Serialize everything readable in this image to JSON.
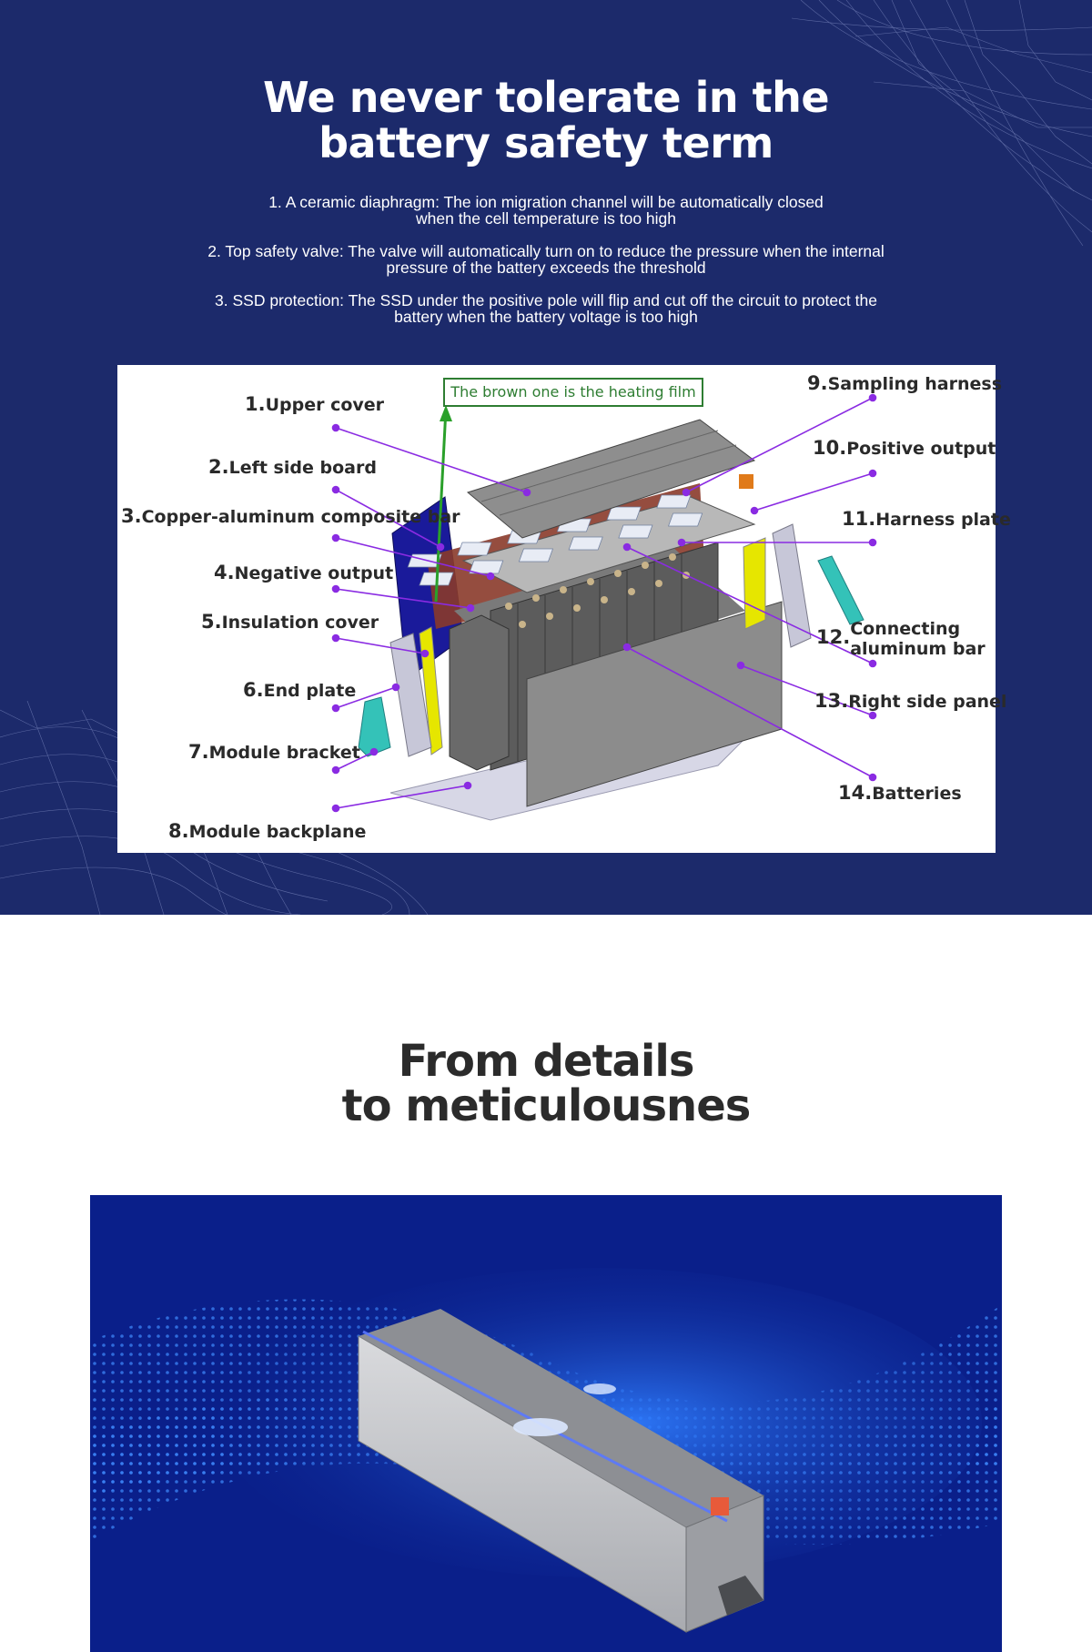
{
  "safety": {
    "title_line1": "We never tolerate in the",
    "title_line2": "battery safety term",
    "points": [
      {
        "line1": "1. A ceramic diaphragm: The ion migration channel will be automatically closed",
        "line2": "when the cell temperature is too high"
      },
      {
        "line1": "2. Top safety valve:  The valve will automatically turn on to reduce the pressure when the internal",
        "line2": "pressure of the battery exceeds the threshold"
      },
      {
        "line1": "3. SSD protection: The SSD under the positive pole will flip and cut off the circuit to protect the",
        "line2": "battery when the battery voltage is too high"
      }
    ]
  },
  "diagram": {
    "heating_note": "The brown one is the heating film",
    "labels": [
      {
        "num": "1.",
        "text": "Upper cover"
      },
      {
        "num": "2.",
        "text": "Left side board"
      },
      {
        "num": "3.",
        "text": "Copper-aluminum composite bar"
      },
      {
        "num": "4.",
        "text": "Negative output"
      },
      {
        "num": "5.",
        "text": "Insulation cover"
      },
      {
        "num": "6.",
        "text": "End plate"
      },
      {
        "num": "7.",
        "text": "Module bracket"
      },
      {
        "num": "8.",
        "text": "Module backplane"
      },
      {
        "num": "9.",
        "text": "Sampling harness"
      },
      {
        "num": "10.",
        "text": "Positive output"
      },
      {
        "num": "11.",
        "text": "Harness plate"
      },
      {
        "num": "12.",
        "text": "Connecting",
        "text2": "aluminum bar"
      },
      {
        "num": "13.",
        "text": "Right side panel"
      },
      {
        "num": "14.",
        "text": "Batteries"
      }
    ]
  },
  "details": {
    "title_line1": "From details",
    "title_line2": "to meticulousnes"
  },
  "colors": {
    "navy": "#1c2a6b",
    "callout_purple": "#8a2be2",
    "panel_blue": "#0a1f8a"
  }
}
